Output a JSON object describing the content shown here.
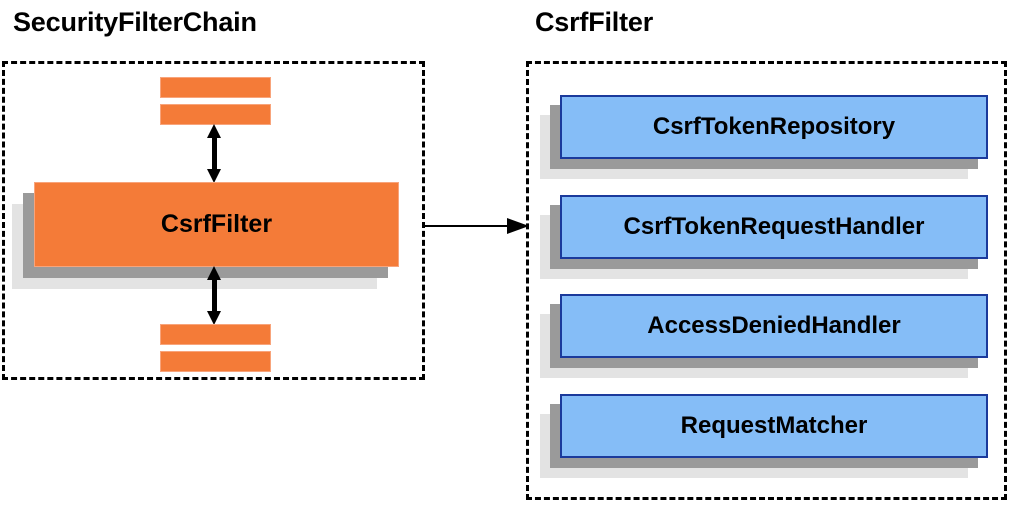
{
  "left_panel": {
    "title": "SecurityFilterChain",
    "main_box_label": "CsrfFilter",
    "filter_bars": [
      {
        "name": "filter-bar-top-1"
      },
      {
        "name": "filter-bar-top-2"
      },
      {
        "name": "filter-bar-bottom-1"
      },
      {
        "name": "filter-bar-bottom-2"
      }
    ]
  },
  "right_panel": {
    "title": "CsrfFilter",
    "components": [
      {
        "label": "CsrfTokenRepository"
      },
      {
        "label": "CsrfTokenRequestHandler"
      },
      {
        "label": "AccessDeniedHandler"
      },
      {
        "label": "RequestMatcher"
      }
    ]
  },
  "connectors": {
    "up_arrow": "double-headed-vertical-arrow",
    "down_arrow": "double-headed-vertical-arrow",
    "panel_link": "right-arrow"
  },
  "colors": {
    "orange_fill": "#f47b38",
    "orange_border": "#f8a47b",
    "blue_fill": "#85bdf7",
    "blue_border": "#1b3a9c",
    "shadow_mid": "#9a9a9a",
    "shadow_back": "#e3e3e3",
    "panel_border": "#000000",
    "background": "#ffffff",
    "text": "#000000"
  }
}
